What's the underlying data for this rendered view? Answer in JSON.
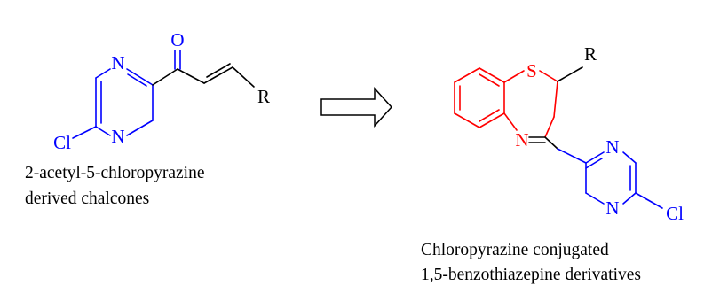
{
  "colors": {
    "black": "#000000",
    "blue": "#0000ff",
    "red": "#ff0000"
  },
  "left_molecule": {
    "atoms": {
      "n_top": "N",
      "n_bottom": "N",
      "cl": "Cl",
      "o": "O",
      "r": "R"
    },
    "caption": {
      "line1": "2-acetyl-5-chloropyrazine",
      "line2": "derived chalcones"
    }
  },
  "arrow": {
    "icon": "hollow-right-arrow-icon"
  },
  "right_molecule": {
    "atoms": {
      "s": "S",
      "n_ring": "N",
      "r": "R",
      "n_top": "N",
      "n_bottom": "N",
      "cl": "Cl"
    },
    "caption": {
      "line1": "Chloropyrazine conjugated",
      "line2": "1,5-benzothiazepine derivatives"
    }
  }
}
